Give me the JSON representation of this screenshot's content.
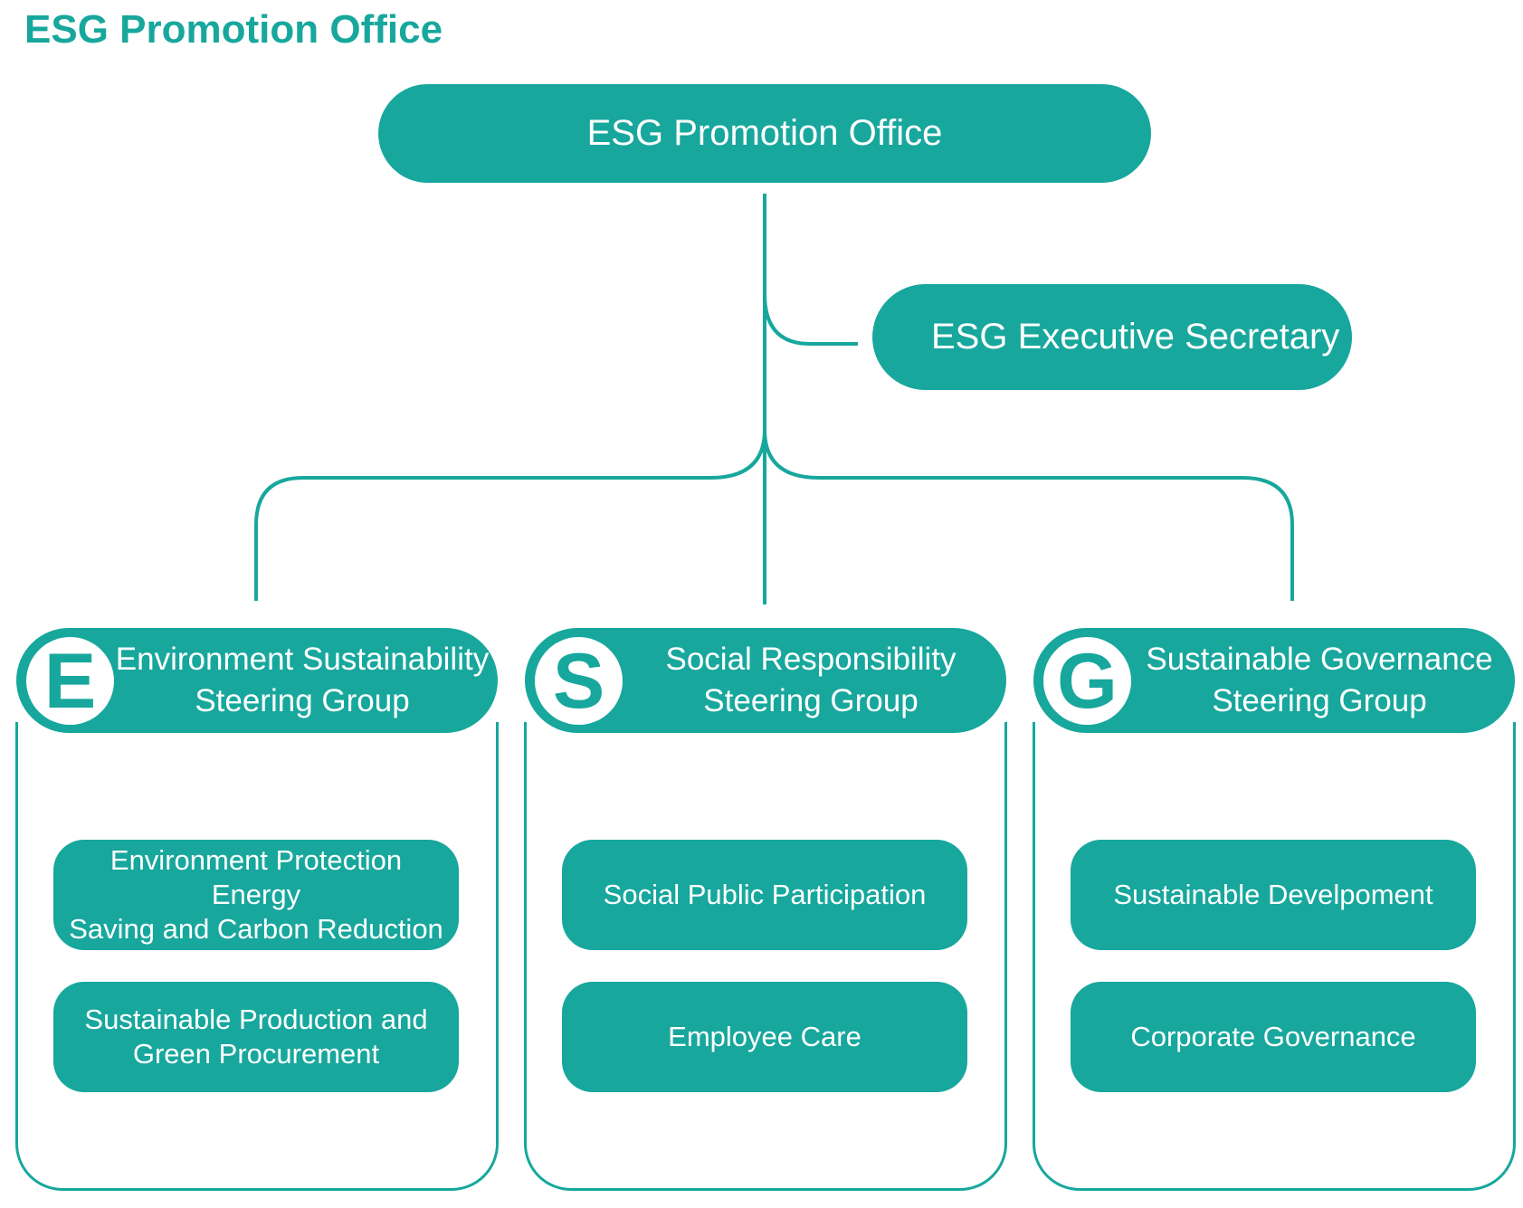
{
  "page_title": "ESG Promotion Office",
  "top_node": {
    "label": "ESG Promotion Office"
  },
  "secretary": {
    "label": "ESG Executive Secretary"
  },
  "colors": {
    "accent": "#17a79d",
    "background": "#ffffff",
    "text_on_accent": "#ffffff"
  },
  "groups": [
    {
      "letter": "E",
      "title_lines": [
        "Environment Sustainability",
        "Steering Group"
      ],
      "units": [
        {
          "lines": [
            "Environment Protection Energy",
            "Saving and Carbon Reduction"
          ]
        },
        {
          "lines": [
            "Sustainable Production and",
            "Green Procurement"
          ]
        }
      ]
    },
    {
      "letter": "S",
      "title_lines": [
        "Social Responsibility",
        "Steering Group"
      ],
      "units": [
        {
          "lines": [
            "Social Public Participation"
          ]
        },
        {
          "lines": [
            "Employee Care"
          ]
        }
      ]
    },
    {
      "letter": "G",
      "title_lines": [
        "Sustainable Governance",
        "Steering Group"
      ],
      "units": [
        {
          "lines": [
            "Sustainable Develpoment"
          ]
        },
        {
          "lines": [
            "Corporate Governance"
          ]
        }
      ]
    }
  ]
}
